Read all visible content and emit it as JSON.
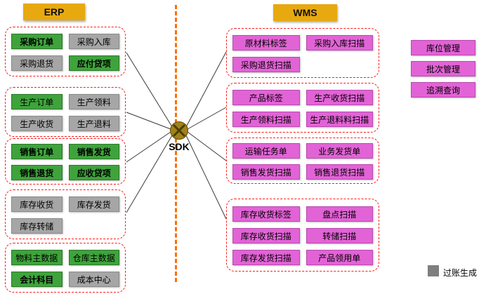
{
  "palette": {
    "header_bg": "#E7A90F",
    "green_box": "#3FA33C",
    "gray_box": "#A6A6A6",
    "pink_box": "#E263D6",
    "group_border": "#FF1A1A",
    "divider": "#FF6E00",
    "connector_line": "#3A3A3A",
    "sdk_circle": "#A0821A",
    "legend_gray": "#7F7F7F"
  },
  "erp": {
    "title": "ERP",
    "groups": [
      {
        "items": [
          {
            "label": "采购订单",
            "style": "green bold"
          },
          {
            "label": "采购入库",
            "style": "gray"
          },
          {
            "label": "采购退货",
            "style": "gray"
          },
          {
            "label": "应付贷项",
            "style": "green bold"
          }
        ]
      },
      {
        "items": [
          {
            "label": "生产订单",
            "style": "green"
          },
          {
            "label": "生产领料",
            "style": "gray"
          },
          {
            "label": "生产收货",
            "style": "gray"
          },
          {
            "label": "生产退料",
            "style": "gray"
          }
        ]
      },
      {
        "items": [
          {
            "label": "销售订单",
            "style": "green bold"
          },
          {
            "label": "销售发货",
            "style": "green bold"
          },
          {
            "label": "销售退货",
            "style": "green bold"
          },
          {
            "label": "应收贷项",
            "style": "green bold"
          }
        ]
      },
      {
        "items": [
          {
            "label": "库存收货",
            "style": "gray"
          },
          {
            "label": "库存发货",
            "style": "gray"
          },
          {
            "label": "库存转储",
            "style": "gray"
          }
        ]
      },
      {
        "items": [
          {
            "label": "物料主数据",
            "style": "green"
          },
          {
            "label": "仓库主数据",
            "style": "green"
          },
          {
            "label": "会计科目",
            "style": "green bold"
          },
          {
            "label": "成本中心",
            "style": "gray"
          }
        ]
      }
    ]
  },
  "sdk": {
    "label": "SDK"
  },
  "wms": {
    "title": "WMS",
    "groups": [
      {
        "items": [
          {
            "label": "原材料标签"
          },
          {
            "label": "采购入库扫描"
          },
          {
            "label": "采购退货扫描"
          }
        ]
      },
      {
        "items": [
          {
            "label": "产品标签"
          },
          {
            "label": "生产收货扫描"
          },
          {
            "label": "生产领料扫描"
          },
          {
            "label": "生产退料料扫描"
          }
        ]
      },
      {
        "items": [
          {
            "label": "运输任务单"
          },
          {
            "label": "业务发货单"
          },
          {
            "label": "销售发货扫描"
          },
          {
            "label": "销售退货扫描"
          }
        ]
      },
      {
        "items": [
          {
            "label": "库存收货标签"
          },
          {
            "label": "盘点扫描"
          },
          {
            "label": "库存收货扫描"
          },
          {
            "label": "转储扫描"
          },
          {
            "label": "库存发货扫描"
          },
          {
            "label": "产品领用单"
          }
        ]
      }
    ]
  },
  "side": {
    "items": [
      "库位管理",
      "批次管理",
      "追溯查询"
    ]
  },
  "legend": {
    "label": "过账生成"
  }
}
